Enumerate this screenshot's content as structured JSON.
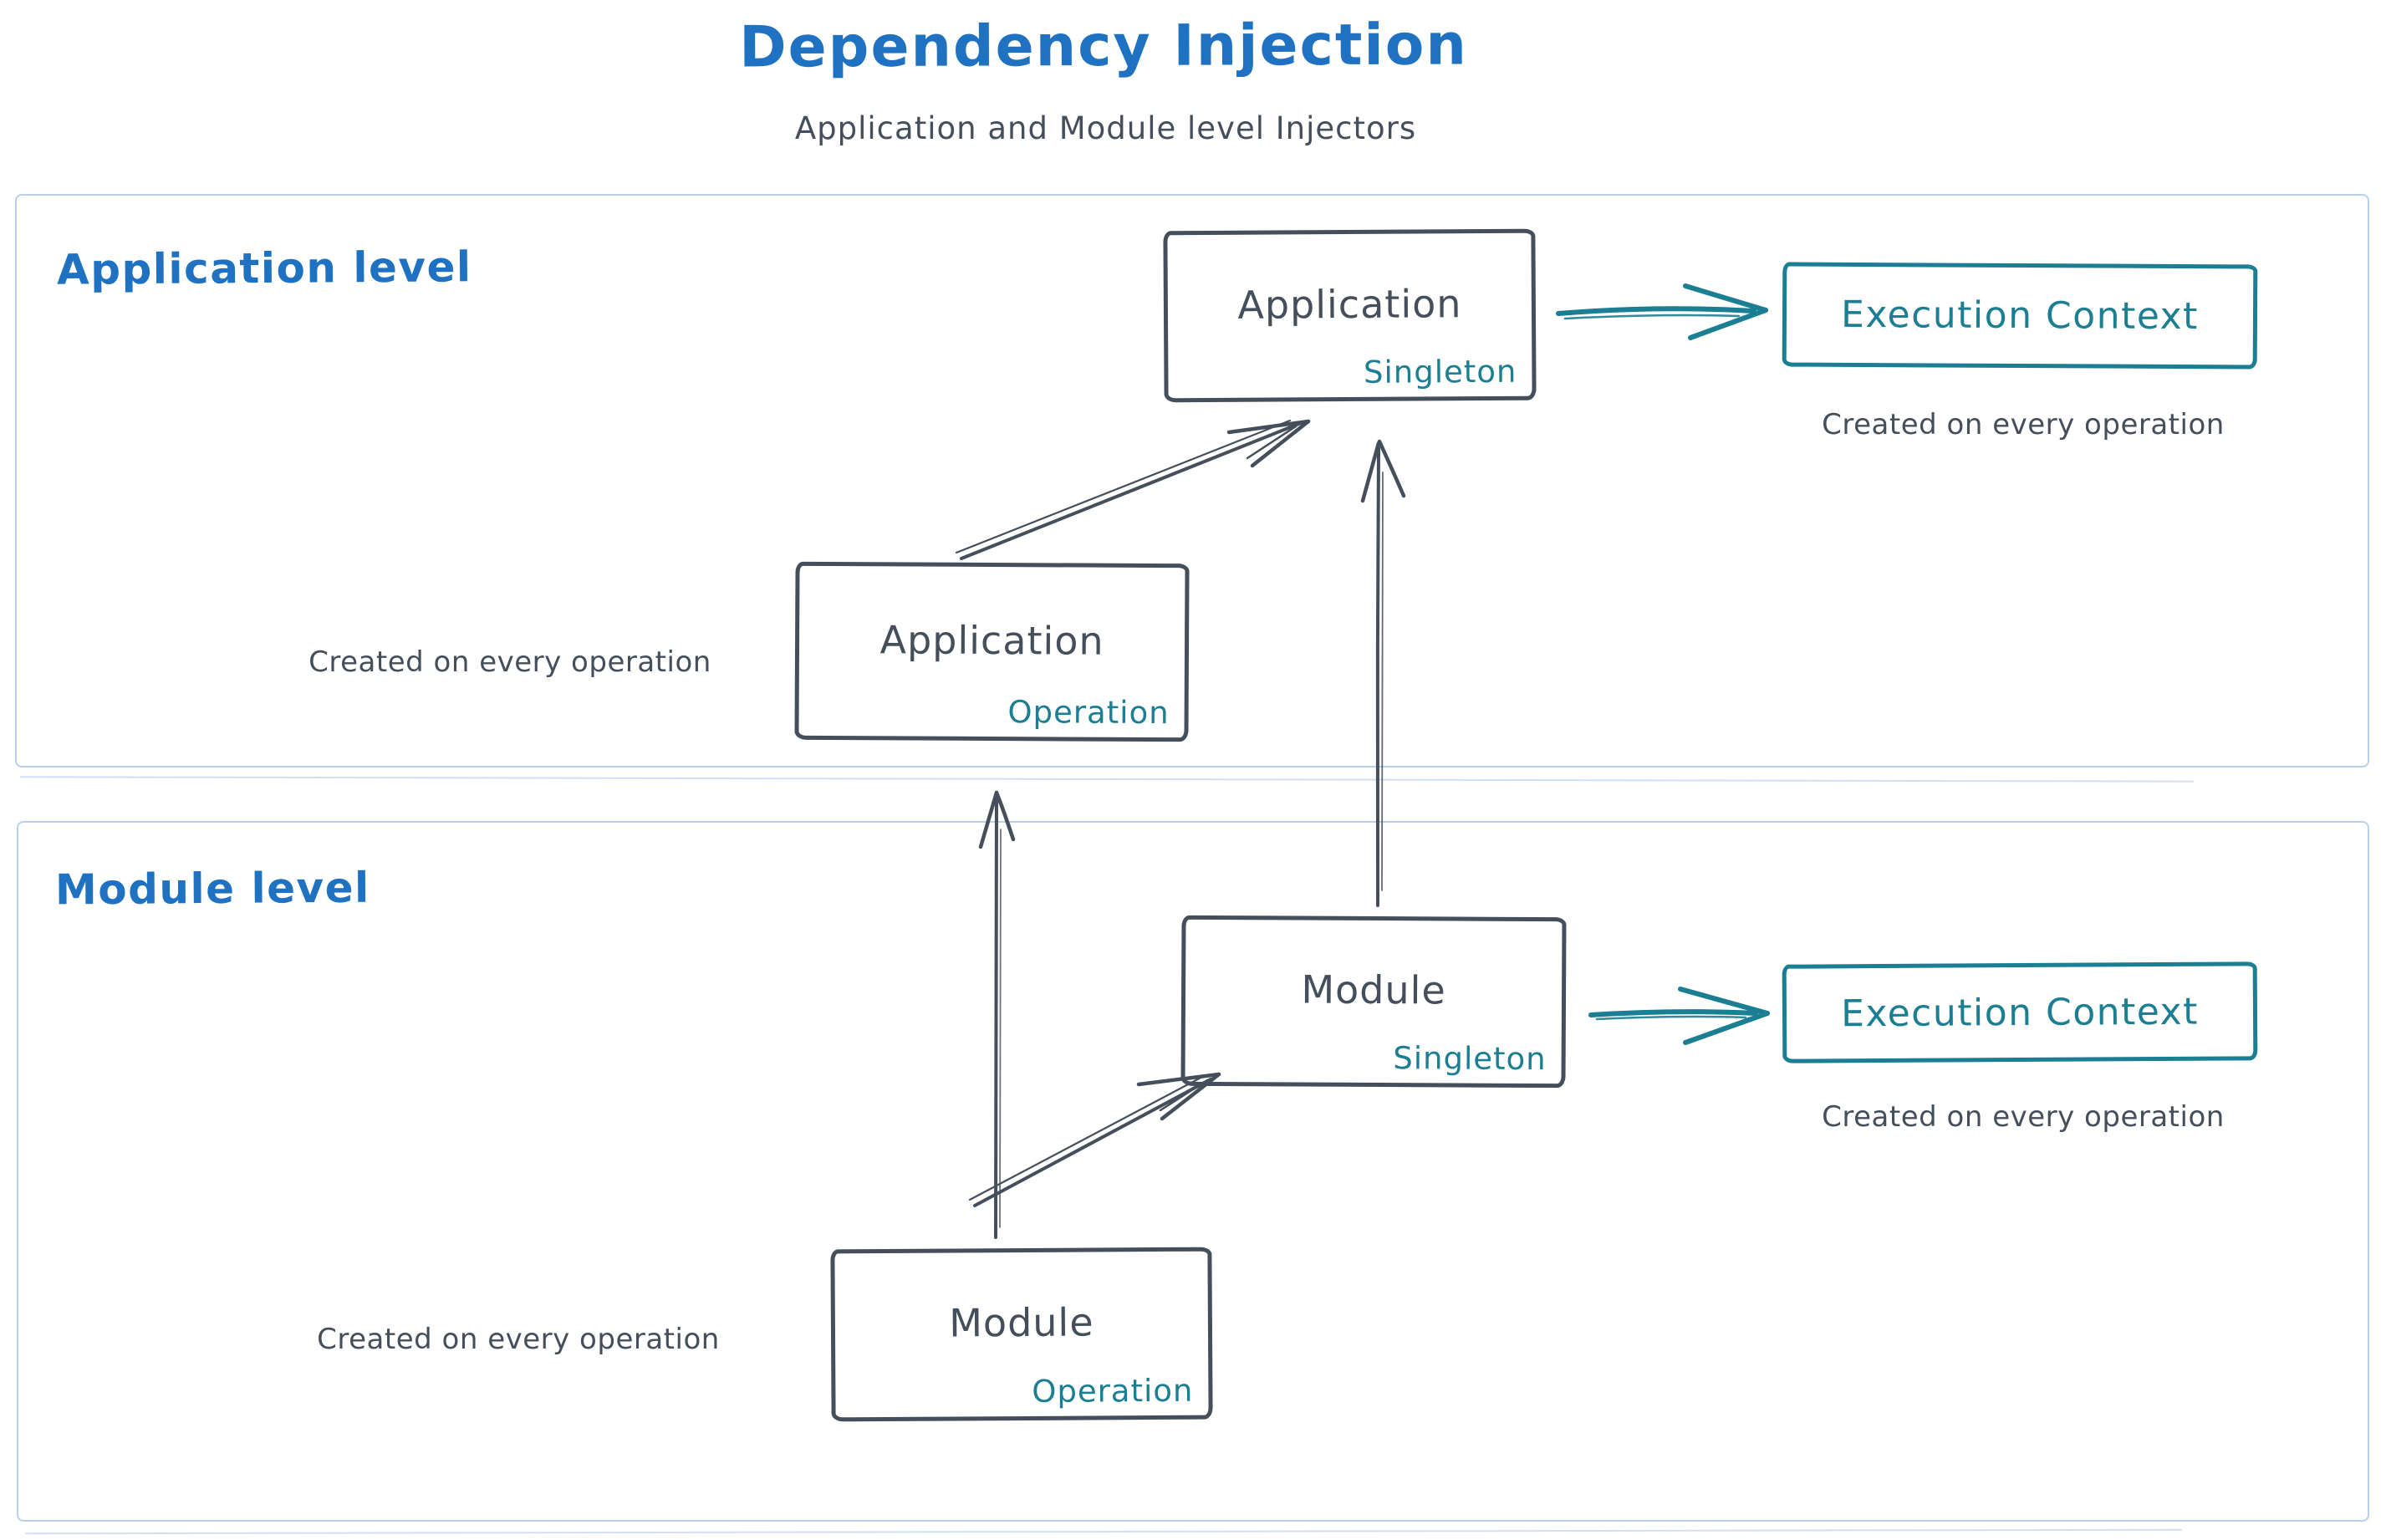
{
  "title": "Dependency Injection",
  "subtitle": "Application and Module level Injectors",
  "colors": {
    "blue": "#1f72c1",
    "ink": "#454f5b",
    "teal": "#1b7e92",
    "frame_border": "#b9d0ea"
  },
  "application_level": {
    "label": "Application level",
    "singleton_box": {
      "name": "Application",
      "scope": "Singleton"
    },
    "operation_box": {
      "name": "Application",
      "scope": "Operation"
    },
    "operation_caption": "Created on every operation",
    "execution_context": {
      "label": "Execution Context",
      "caption": "Created on every operation"
    }
  },
  "module_level": {
    "label": "Module level",
    "singleton_box": {
      "name": "Module",
      "scope": "Singleton"
    },
    "operation_box": {
      "name": "Module",
      "scope": "Operation"
    },
    "operation_caption": "Created on every operation",
    "execution_context": {
      "label": "Execution Context",
      "caption": "Created on every operation"
    }
  },
  "arrows": {
    "app_singleton_to_execution_context": "teal",
    "module_singleton_to_execution_context": "teal",
    "app_operation_to_app_singleton": "ink",
    "module_operation_to_module_singleton": "ink",
    "module_singleton_to_app_singleton": "ink",
    "module_operation_to_app_operation": "ink"
  }
}
